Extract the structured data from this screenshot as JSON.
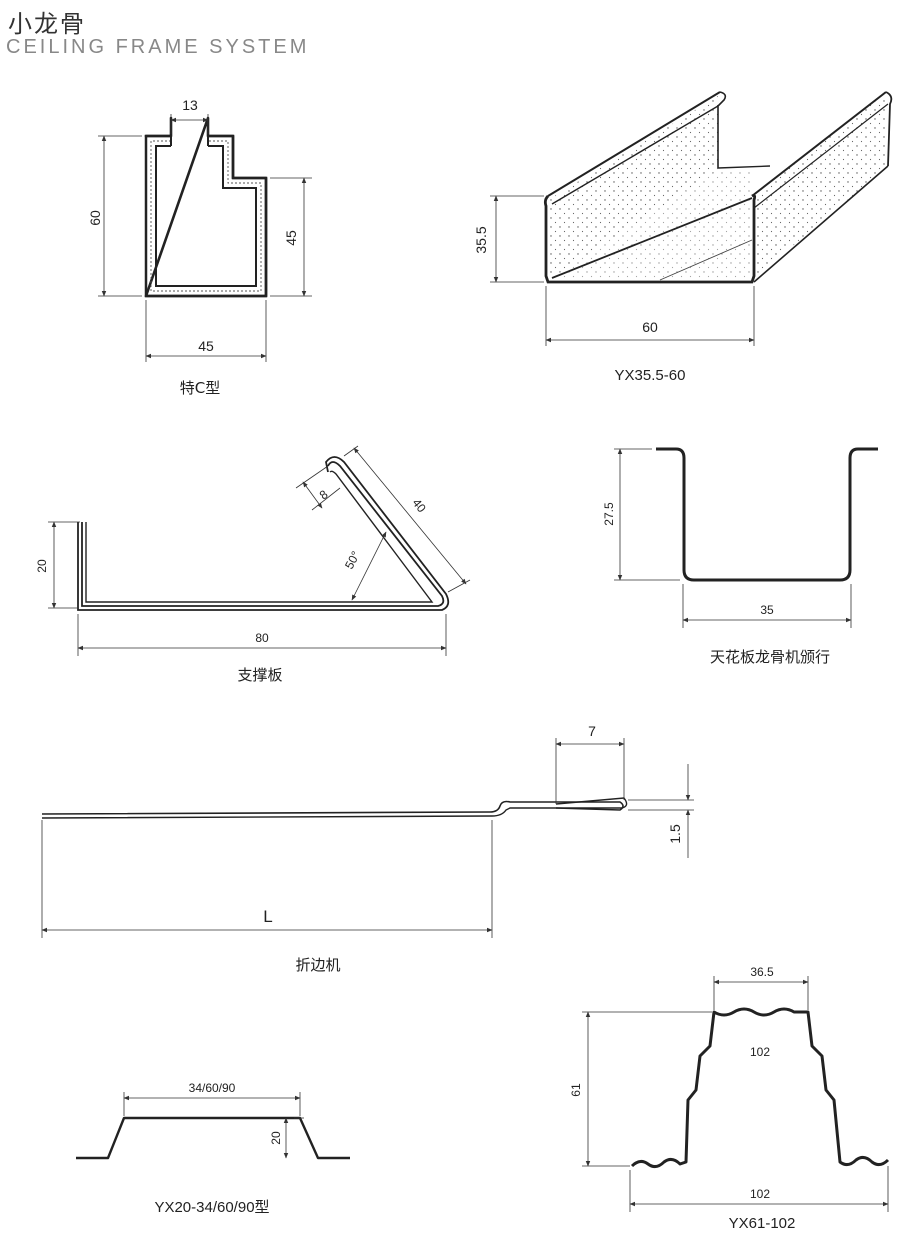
{
  "header": {
    "title_cn": "小龙骨",
    "title_en": "CEILING FRAME SYSTEM"
  },
  "profiles": {
    "special_c": {
      "caption": "特C型",
      "dim_top": "13",
      "dim_height": "60",
      "dim_right": "45",
      "dim_bottom": "45"
    },
    "yx35": {
      "caption": "YX35.5-60",
      "dim_height": "35.5",
      "dim_width": "60"
    },
    "support": {
      "caption": "支撑板",
      "dim_height": "20",
      "dim_length": "80",
      "dim_lip": "8",
      "dim_slope": "40",
      "dim_angle": "50°"
    },
    "ceiling_keel": {
      "caption": "天花板龙骨机颁行",
      "dim_height": "27.5",
      "dim_width": "35"
    },
    "edge_fold": {
      "caption": "折边机",
      "dim_fold": "7",
      "dim_thickness": "1.5",
      "dim_length": "L"
    },
    "yx20": {
      "caption": "YX20-34/60/90型",
      "dim_top": "34/60/90",
      "dim_height": "20"
    },
    "yx61": {
      "caption": "YX61-102",
      "dim_top": "36.5",
      "dim_height": "61",
      "dim_inner": "102",
      "dim_bottom": "102"
    }
  }
}
